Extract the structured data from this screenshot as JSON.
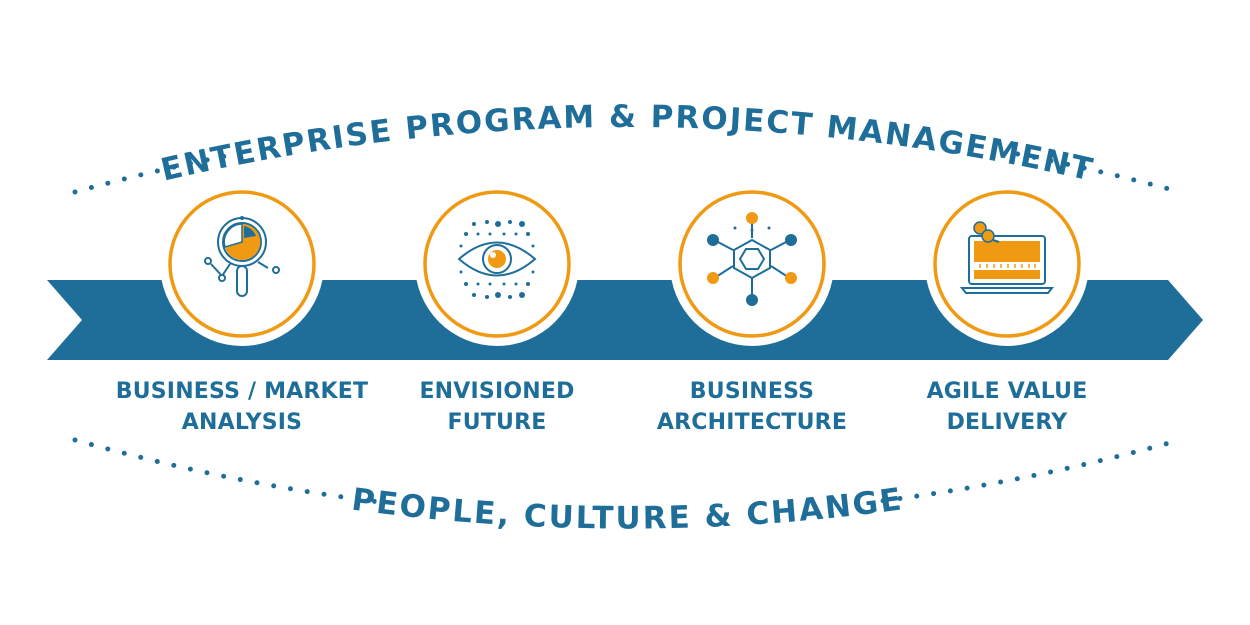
{
  "top_banner": {
    "text": "ENTERPRISE PROGRAM & PROJECT MANAGEMENT"
  },
  "bottom_banner": {
    "text": "PEOPLE, CULTURE & CHANGE"
  },
  "colors": {
    "primary": "#1e6e99",
    "accent": "#f09a14",
    "background": "#ffffff"
  },
  "steps": [
    {
      "line1": "BUSINESS / MARKET",
      "line2": "ANALYSIS",
      "icon": "magnifier-pie-chart-icon"
    },
    {
      "line1": "ENVISIONED",
      "line2": "FUTURE",
      "icon": "eye-icon"
    },
    {
      "line1": "BUSINESS",
      "line2": "ARCHITECTURE",
      "icon": "network-hub-icon"
    },
    {
      "line1": "AGILE VALUE",
      "line2": "DELIVERY",
      "icon": "laptop-progress-icon"
    }
  ]
}
